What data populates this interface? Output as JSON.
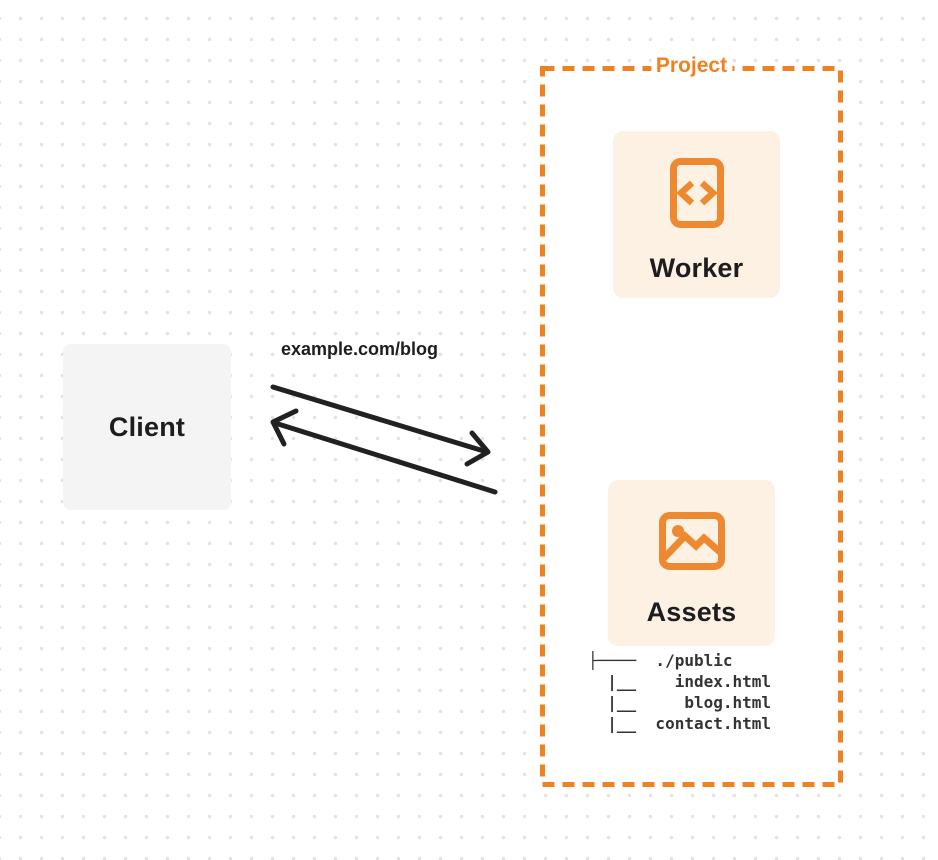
{
  "client": {
    "label": "Client"
  },
  "request_label": "example.com/blog",
  "project": {
    "label": "Project",
    "worker": {
      "label": "Worker",
      "icon": "code-document-icon"
    },
    "assets": {
      "label": "Assets",
      "icon": "image-landscape-icon"
    },
    "file_tree": {
      "lines": [
        "├────  ./public",
        "  |__    index.html",
        "  |__     blog.html",
        "  |__  contact.html"
      ]
    }
  },
  "colors": {
    "orange": "#F0811F",
    "icon_orange": "#ED8A31",
    "card_bg": "#FCF1E3",
    "client_bg": "#F4F4F5",
    "ink": "#1D1D1F",
    "tree_ink": "#333333",
    "arrow": "#212121",
    "dot": "#E4E4E8"
  }
}
